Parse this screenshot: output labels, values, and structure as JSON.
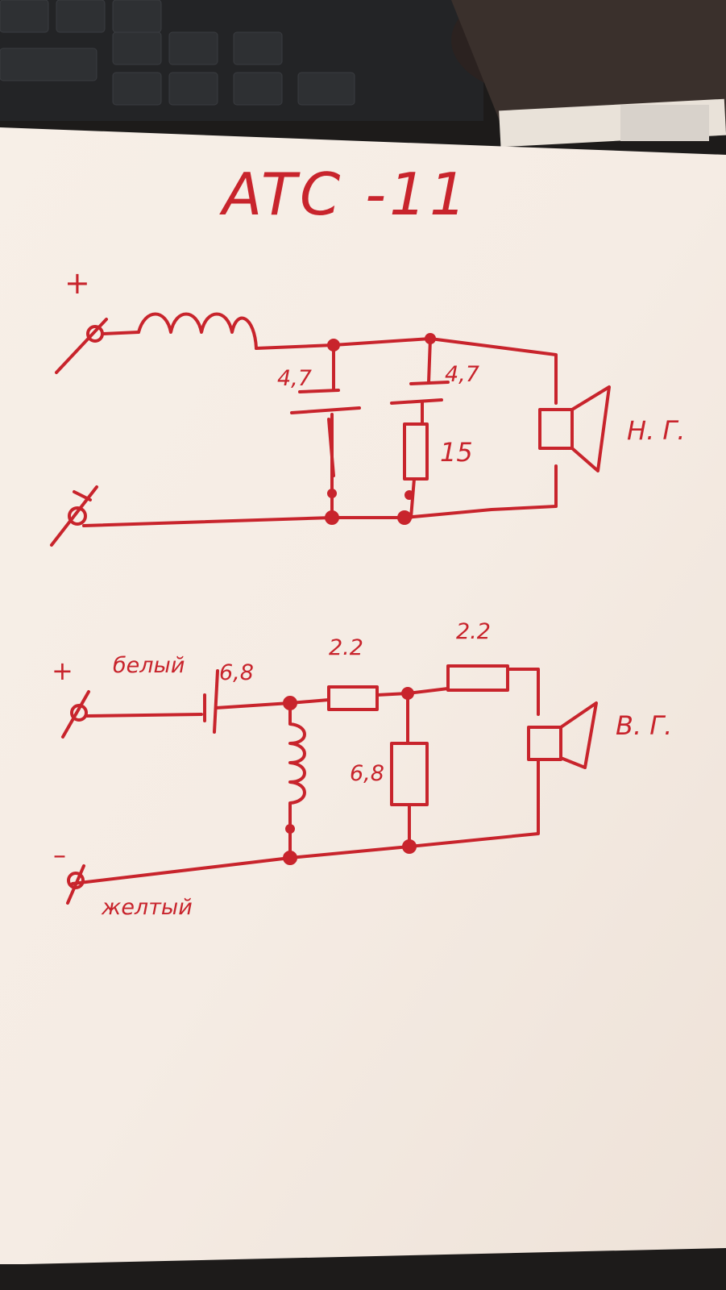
{
  "title": "ATC -11",
  "woofer_section": {
    "plus_label": "+",
    "capacitor_1_value": "4,7",
    "capacitor_2_value": "4,7",
    "resistor_value": "15",
    "speaker_label": "Н. Г."
  },
  "tweeter_section": {
    "plus_label": "+",
    "minus_label": "–",
    "plus_wire_label": "белый",
    "minus_wire_label": "желтый",
    "capacitor_value": "6,8",
    "resistor_series_1_value": "2.2",
    "resistor_series_2_value": "2.2",
    "resistor_shunt_value": "6,8",
    "speaker_label": "В. Г."
  },
  "colors": {
    "ink": "#c8242c",
    "paper": "#f6eee6",
    "background": "#1c1a19"
  }
}
